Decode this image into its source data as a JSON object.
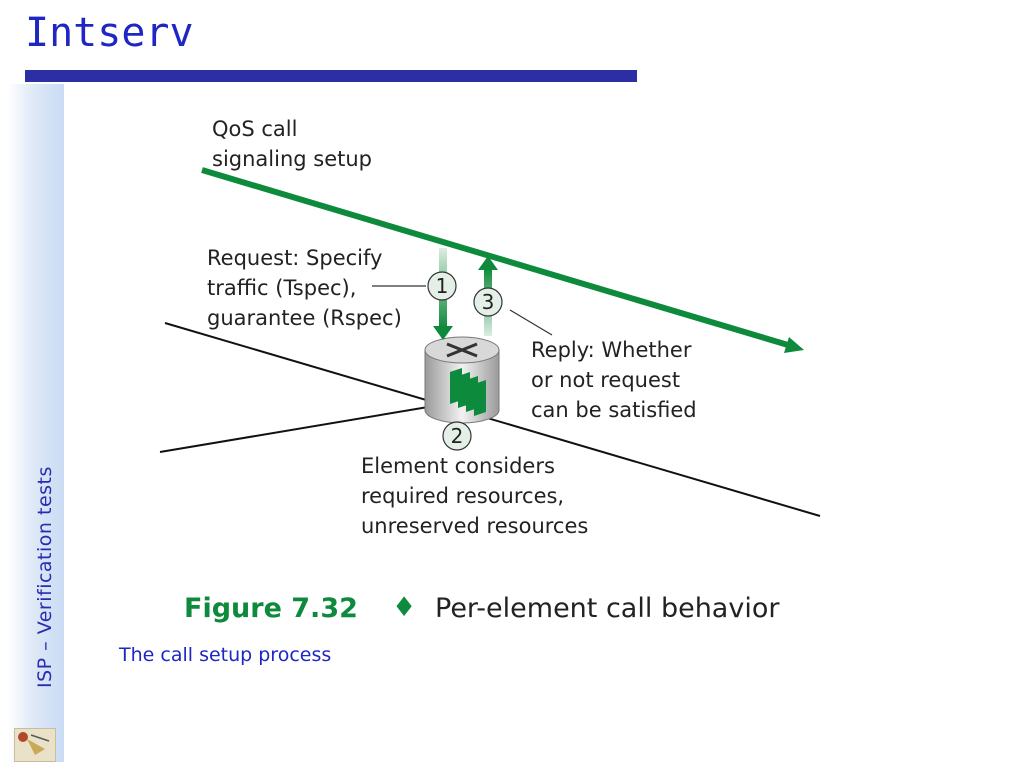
{
  "title": "Intserv",
  "side_text": "ISP – Verification tests",
  "caption": "The call setup process",
  "figure": {
    "number": "Figure 7.32",
    "bullet": "♦",
    "caption": "Per-element call behavior"
  },
  "labels": {
    "qos_line1": "QoS call",
    "qos_line2": "signaling setup",
    "request_line1": "Request: Specify",
    "request_line2": "traffic (Tspec),",
    "request_line3": "guarantee (Rspec)",
    "reply_line1": "Reply: Whether",
    "reply_line2": "or not request",
    "reply_line3": "can be satisfied",
    "element_line1": "Element considers",
    "element_line2": "required resources,",
    "element_line3": "unreserved resources"
  },
  "steps": [
    "1",
    "2",
    "3"
  ],
  "colors": {
    "title": "#1e26c4",
    "rule": "#2b2fa3",
    "arrow_green": "#0e8a3c",
    "figure_number": "#0e8a3c"
  }
}
